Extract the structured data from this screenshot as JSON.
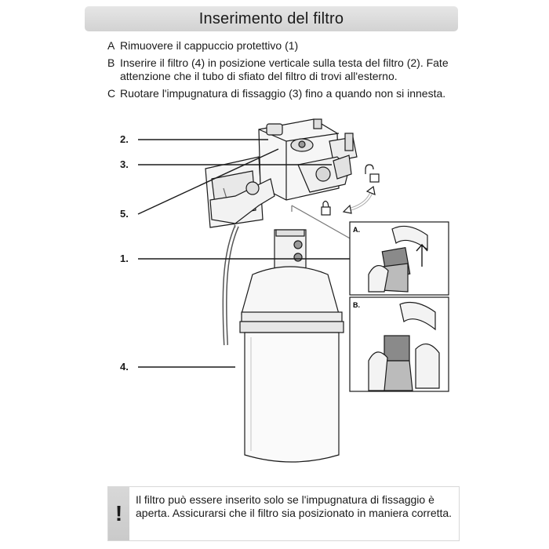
{
  "header": {
    "title": "Inserimento del filtro"
  },
  "steps": [
    {
      "letter": "A",
      "text": "Rimuovere il cappuccio protettivo (1)"
    },
    {
      "letter": "B",
      "text": "Inserire il filtro (4) in posizione verticale sulla testa del filtro (2). Fate attenzione che il tubo di sfiato del filtro di trovi all'esterno."
    },
    {
      "letter": "C",
      "text": "Ruotare l'impugnatura di fissaggio (3) fino a quando non si innesta."
    }
  ],
  "figure": {
    "callouts": [
      "2.",
      "3.",
      "5.",
      "1.",
      "4."
    ],
    "insets": [
      "A.",
      "B."
    ],
    "icons": [
      "lock-open-icon",
      "lock-closed-icon",
      "rotate-arrow-icon",
      "up-arrow-icon"
    ]
  },
  "note": {
    "symbol": "!",
    "text": "Il filtro può essere inserito solo se l'impugnatura di fissaggio è aperta. Assicurarsi che il filtro sia posizionato in maniera corretta."
  }
}
